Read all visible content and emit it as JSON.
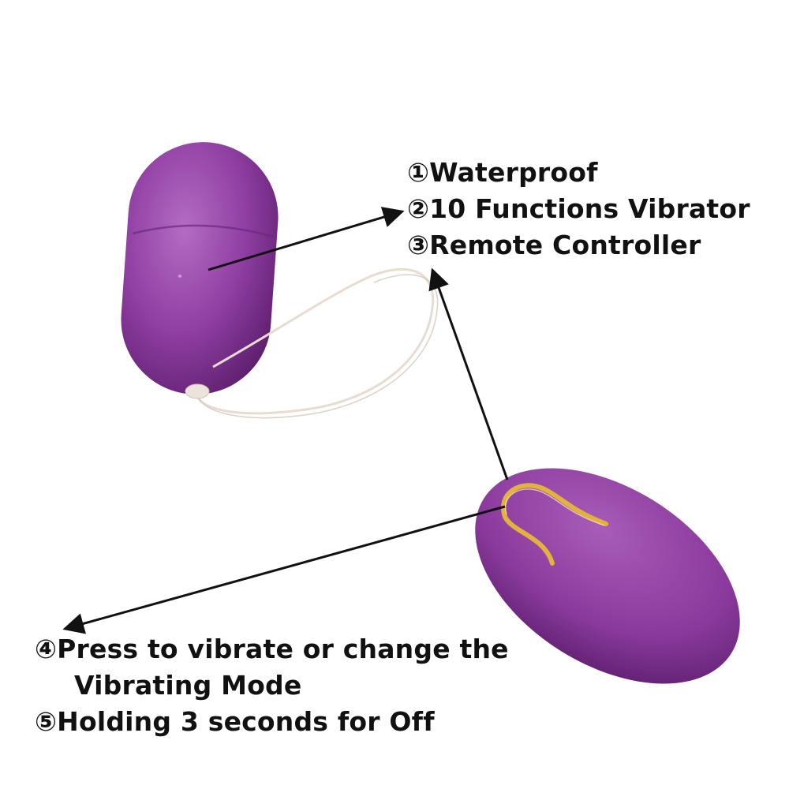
{
  "features": {
    "line1": "①Waterproof",
    "line2": "②10 Functions Vibrator",
    "line3": "③Remote Controller"
  },
  "controls": {
    "line1": "④Press to vibrate or change the",
    "line2": "Vibrating Mode",
    "line3": "⑤Holding 3 seconds for Off"
  },
  "colors": {
    "product": "#8a3a9c",
    "product_highlight": "#b46cc2",
    "product_shadow": "#5e1f6e",
    "gold_button": "#e3b23c",
    "cord": "#e8dcd0",
    "arrow": "#111111",
    "text": "#111111"
  }
}
